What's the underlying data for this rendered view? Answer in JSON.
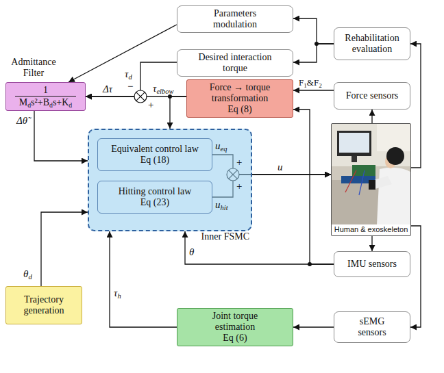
{
  "diagram": {
    "nodes": [
      {
        "text": [
          "Parameters modulation"
        ]
      },
      {
        "text": [
          "Desired interaction torque"
        ]
      },
      {
        "text": [
          "Rehabilitation evaluation"
        ]
      },
      {
        "text": [
          "Admittance Filter",
          "1",
          "Mds²+Bds+Kd"
        ]
      },
      {
        "text": [
          "Force → torque transformation",
          "Eq (8)"
        ]
      },
      {
        "text": [
          "Force sensors"
        ]
      },
      {
        "text": [
          "Inner FSMC"
        ]
      },
      {
        "text": [
          "Equivalent control law",
          "Eq (18)"
        ],
        "in": 6
      },
      {
        "text": [
          "Hitting control law",
          "Eq (23)"
        ],
        "in": 6
      },
      {
        "text": [
          "Human & exoskeleton"
        ]
      },
      {
        "text": [
          "IMU sensors"
        ]
      },
      {
        "text": [
          "Trajectory generation"
        ]
      },
      {
        "text": [
          "Joint torque estimation",
          "Eq (6)"
        ]
      },
      {
        "text": [
          "sEMG sensors"
        ]
      }
    ],
    "edges": [
      {
        "from": 2,
        "to": 0,
        "arrow": "to"
      },
      {
        "from": 2,
        "to": 1,
        "arrow": "to"
      },
      {
        "from": 0,
        "to": 3,
        "arrow": "to"
      },
      {
        "from": 1,
        "to": 3,
        "arrow": "to",
        "label": "τd"
      },
      {
        "from": 4,
        "to": 3,
        "arrow": "to",
        "label": "τelbow"
      },
      {
        "from": 4,
        "to": 6,
        "arrow": "to"
      },
      {
        "from": 3,
        "to": 6,
        "arrow": "to",
        "label": "Δθ̃"
      },
      {
        "from": 11,
        "to": 6,
        "arrow": "to",
        "label": "θd"
      },
      {
        "from": 12,
        "to": 6,
        "arrow": "to",
        "label": "τh"
      },
      {
        "from": 10,
        "to": 6,
        "arrow": "to",
        "label": "θ"
      },
      {
        "from": 10,
        "to": 4,
        "arrow": "to"
      },
      {
        "from": 5,
        "to": 4,
        "arrow": "to",
        "label": "F1&F2"
      },
      {
        "from": 9,
        "to": 5,
        "arrow": "to"
      },
      {
        "from": 9,
        "to": 2,
        "arrow": "to"
      },
      {
        "from": 9,
        "to": 10,
        "arrow": "to"
      },
      {
        "from": 9,
        "to": 13,
        "arrow": "to"
      },
      {
        "from": 13,
        "to": 12,
        "arrow": "to"
      },
      {
        "from": 7,
        "to": 9,
        "arrow": "to",
        "label": "ueq"
      },
      {
        "from": 8,
        "to": 9,
        "arrow": "to",
        "label": "uhit"
      }
    ],
    "labels": [
      "−",
      "+",
      "Δτ",
      "+",
      "+",
      "u"
    ]
  }
}
